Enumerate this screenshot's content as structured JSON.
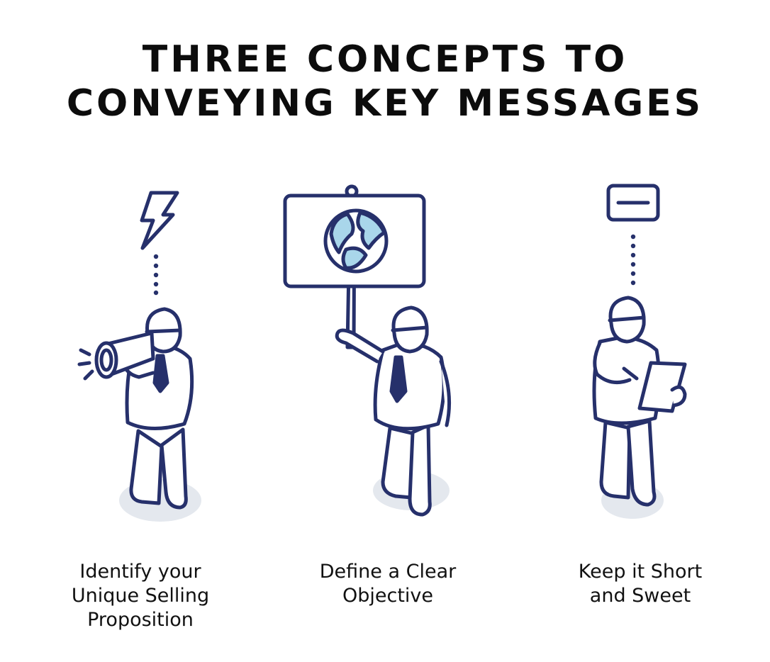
{
  "title": {
    "line1": "THREE CONCEPTS TO",
    "line2": "CONVEYING KEY MESSAGES"
  },
  "colors": {
    "stroke": "#26306b",
    "globe_land": "#a9d6ea",
    "shadow": "#e4e8ee",
    "background": "#ffffff"
  },
  "concepts": [
    {
      "icon": "lightning-bolt-icon",
      "figure": "person-with-megaphone",
      "caption": [
        "Identify your",
        "Unique Selling",
        "Proposition"
      ]
    },
    {
      "icon": "globe-sign-icon",
      "figure": "person-holding-sign",
      "caption": [
        "Define a Clear",
        "Objective"
      ]
    },
    {
      "icon": "minus-box-icon",
      "figure": "person-with-clipboard",
      "caption": [
        "Keep it Short",
        "and Sweet"
      ]
    }
  ]
}
